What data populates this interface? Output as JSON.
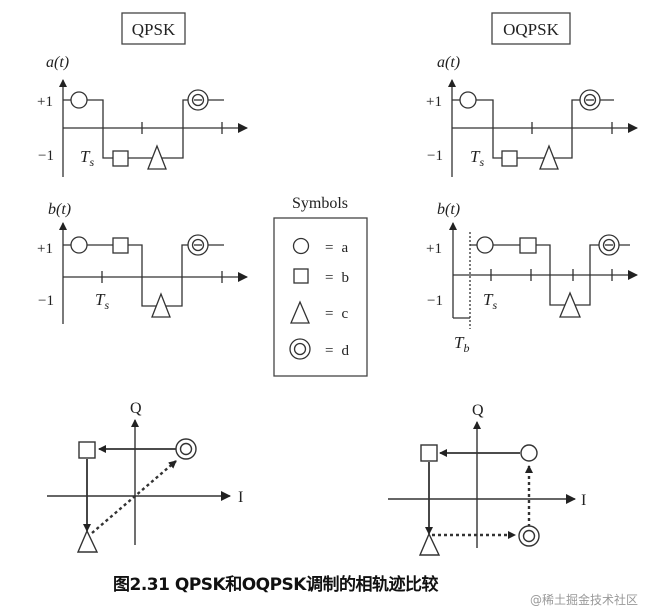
{
  "titles": {
    "qpsk": "QPSK",
    "oqpsk": "OQPSK"
  },
  "axes": {
    "a_label": "a(t)",
    "b_label": "b(t)",
    "plus_one": "+1",
    "minus_one": "−1",
    "Ts": "T",
    "Ts_sub": "s",
    "Tb": "T",
    "Tb_sub": "b",
    "I": "I",
    "Q": "Q"
  },
  "legend": {
    "title": "Symbols",
    "items": [
      {
        "shape": "circle",
        "eq": "=",
        "label": "a"
      },
      {
        "shape": "square",
        "eq": "=",
        "label": "b"
      },
      {
        "shape": "triangle",
        "eq": "=",
        "label": "c"
      },
      {
        "shape": "double-circle",
        "eq": "=",
        "label": "d"
      }
    ]
  },
  "sequences": {
    "qpsk_a": [
      "a(+1)",
      "b(-1)",
      "c(-1)",
      "d(+1)"
    ],
    "qpsk_b": [
      "a(+1)",
      "b(+1)",
      "c(-1)",
      "d(+1)"
    ],
    "oqpsk_a": [
      "a(+1)",
      "b(-1)",
      "c(-1)",
      "d(+1)"
    ],
    "oqpsk_b": [
      "a(+1)",
      "b(+1)",
      "c(-1)",
      "d(+1)"
    ]
  },
  "constellation": {
    "qpsk_path": [
      "d -> b (solid)",
      "b -> c (solid)",
      "c -> d (dotted, through origin)"
    ],
    "oqpsk_path": [
      "a -> b (solid)",
      "b -> c (solid)",
      "c -> d (dotted)",
      "d -> a (dotted)"
    ]
  },
  "caption": "图2.31 QPSK和OQPSK调制的相轨迹比较",
  "watermark": "@稀土掘金技术社区"
}
